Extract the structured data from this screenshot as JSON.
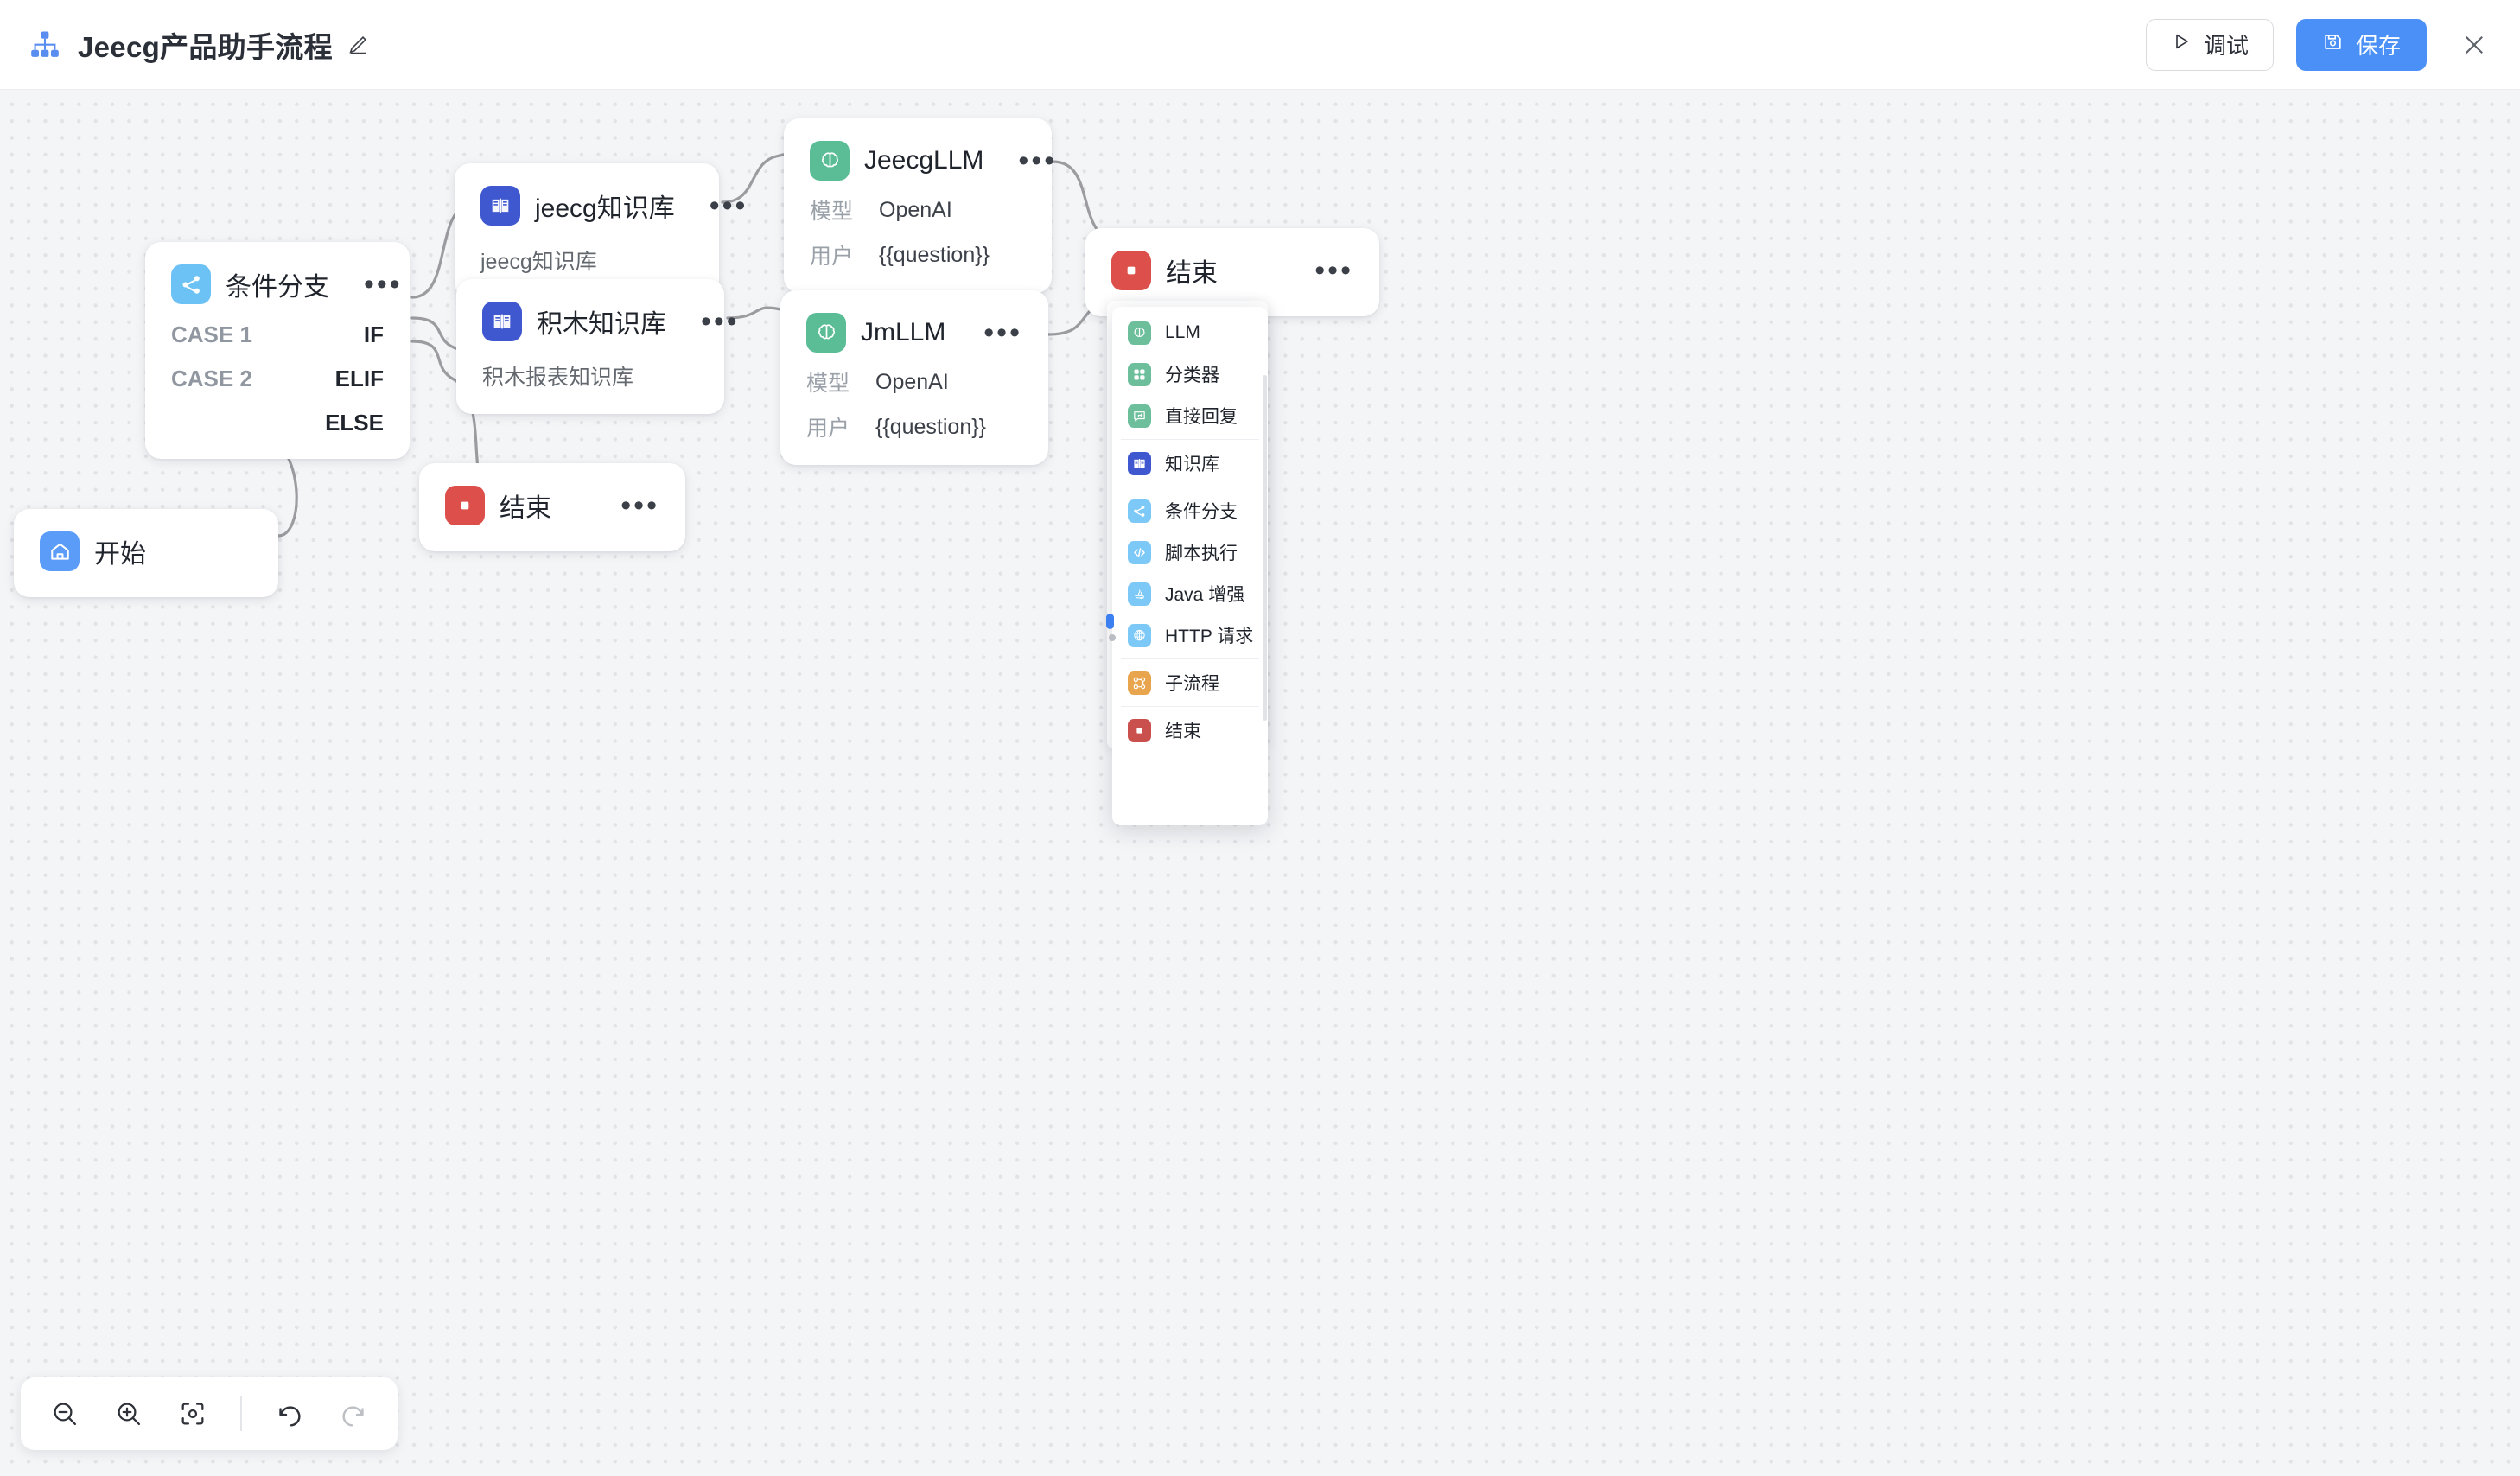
{
  "header": {
    "brand_icon": "sitemap-icon",
    "title": "Jeecg产品助手流程",
    "edit_icon": "pencil-edit-icon",
    "debug_label": "调试",
    "debug_icon": "play-icon",
    "save_label": "保存",
    "save_icon": "floppy-save-icon",
    "close_icon": "close-icon",
    "accent_color": "#4a90f7"
  },
  "canvas": {
    "background_color": "#f4f5f7",
    "dot_color": "#e2e3e6",
    "edge_color": "#9b9ba0"
  },
  "nodes": {
    "start": {
      "title": "开始",
      "icon": "home-icon",
      "icon_color": "#5a9cf8"
    },
    "condition": {
      "title": "条件分支",
      "icon": "branch-share-icon",
      "icon_color": "#6cc2f5",
      "cases": [
        {
          "name": "CASE 1",
          "op": "IF"
        },
        {
          "name": "CASE 2",
          "op": "ELIF"
        },
        {
          "name": "",
          "op": "ELSE"
        }
      ]
    },
    "kb_jeecg": {
      "title": "jeecg知识库",
      "subtitle": "jeecg知识库",
      "icon": "book-knowledge-icon",
      "icon_color": "#4058cf"
    },
    "kb_jimu": {
      "title": "积木知识库",
      "subtitle": "积木报表知识库",
      "icon": "book-knowledge-icon",
      "icon_color": "#4058cf"
    },
    "llm_jeecg": {
      "title": "JeecgLLM",
      "icon": "brain-icon",
      "icon_color": "#5bbd96",
      "model_key": "模型",
      "model_value": "OpenAI",
      "user_key": "用户",
      "user_value": "{{question}}"
    },
    "llm_jm": {
      "title": "JmLLM",
      "icon": "brain-icon",
      "icon_color": "#5bbd96",
      "model_key": "模型",
      "model_value": "OpenAI",
      "user_key": "用户",
      "user_value": "{{question}}"
    },
    "end_mid": {
      "title": "结束",
      "icon": "stop-square-icon",
      "icon_color": "#dc4f4a"
    },
    "end_right": {
      "title": "结束",
      "icon": "stop-square-icon",
      "icon_color": "#dc4f4a"
    },
    "menu_icon": "ellipsis-icon"
  },
  "panel": {
    "items": [
      {
        "label": "LLM",
        "icon": "brain-icon",
        "icon_color": "#6dbf9c",
        "divider_after": false
      },
      {
        "label": "分类器",
        "icon": "classifier-grid-icon",
        "icon_color": "#6dbf9c",
        "divider_after": false
      },
      {
        "label": "直接回复",
        "icon": "chat-reply-icon",
        "icon_color": "#6dbf9c",
        "divider_after": true
      },
      {
        "label": "知识库",
        "icon": "book-knowledge-icon",
        "icon_color": "#4058cf",
        "divider_after": true
      },
      {
        "label": "条件分支",
        "icon": "branch-share-icon",
        "icon_color": "#7cc8f7",
        "divider_after": false
      },
      {
        "label": "脚本执行",
        "icon": "code-script-icon",
        "icon_color": "#7cc8f7",
        "divider_after": false
      },
      {
        "label": "Java 增强",
        "icon": "java-icon",
        "icon_color": "#7cc8f7",
        "divider_after": false
      },
      {
        "label": "HTTP 请求",
        "icon": "http-globe-icon",
        "icon_color": "#7cc8f7",
        "divider_after": true
      },
      {
        "label": "子流程",
        "icon": "subflow-icon",
        "icon_color": "#e8a54d",
        "divider_after": true
      },
      {
        "label": "结束",
        "icon": "stop-square-icon",
        "icon_color": "#c9504c",
        "divider_after": false
      }
    ]
  },
  "toolbar": {
    "zoom_out": "zoom-out-icon",
    "zoom_in": "zoom-in-icon",
    "fit_view": "fit-view-icon",
    "undo": "undo-icon",
    "redo": "redo-icon"
  }
}
